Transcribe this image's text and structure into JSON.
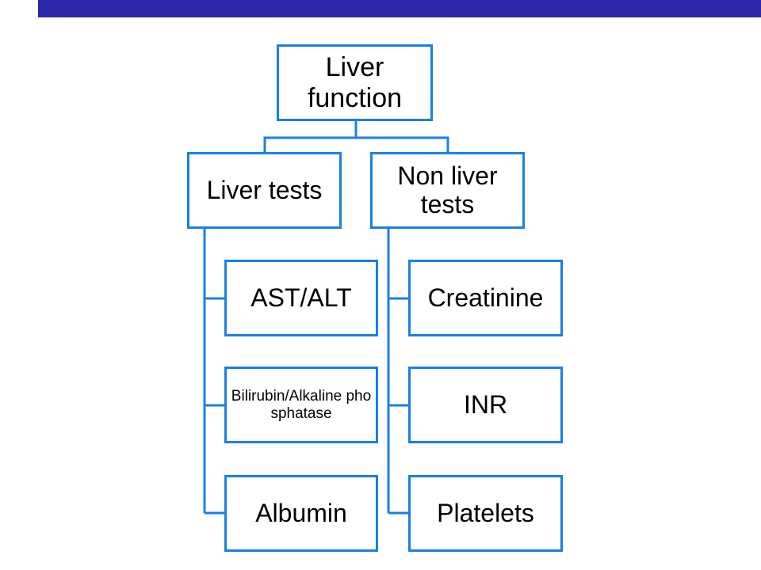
{
  "colors": {
    "top_bar": "#2c2aa8",
    "node_border": "#1a7fe6",
    "connector": "#1a7fe6",
    "text": "#000000"
  },
  "diagram": {
    "root": {
      "label": "Liver function"
    },
    "branches": [
      {
        "label": "Liver tests",
        "children": [
          {
            "label": "AST/ALT"
          },
          {
            "label": "Bilirubin/Alkaline phosphatase"
          },
          {
            "label": "Albumin"
          }
        ]
      },
      {
        "label": "Non liver tests",
        "children": [
          {
            "label": "Creatinine"
          },
          {
            "label": "INR"
          },
          {
            "label": "Platelets"
          }
        ]
      }
    ]
  }
}
